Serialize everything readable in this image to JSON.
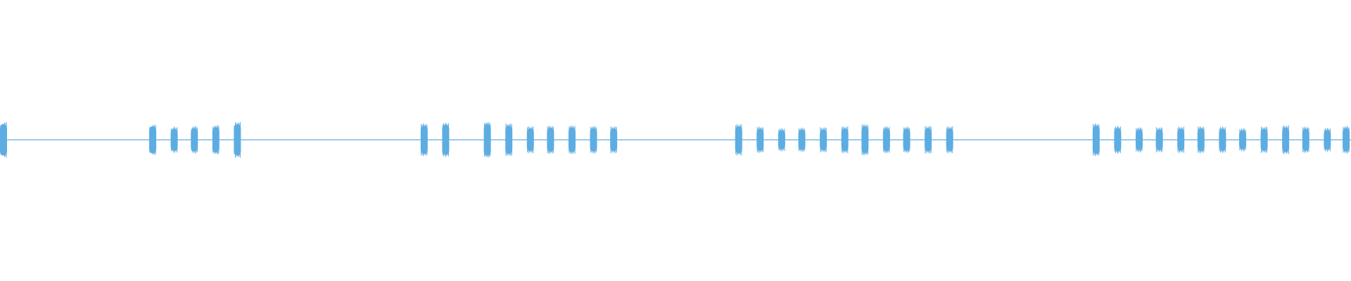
{
  "waveform": {
    "color": "#5dade2",
    "bursts": [
      {
        "time": 0.0,
        "peak": 1.0
      },
      {
        "time": 0.111,
        "peak": 0.86
      },
      {
        "time": 0.127,
        "peak": 0.7
      },
      {
        "time": 0.142,
        "peak": 0.74
      },
      {
        "time": 0.158,
        "peak": 0.8
      },
      {
        "time": 0.174,
        "peak": 1.0
      },
      {
        "time": 0.313,
        "peak": 0.9
      },
      {
        "time": 0.329,
        "peak": 0.95
      },
      {
        "time": 0.36,
        "peak": 1.0
      },
      {
        "time": 0.376,
        "peak": 0.9
      },
      {
        "time": 0.392,
        "peak": 0.72
      },
      {
        "time": 0.407,
        "peak": 0.76
      },
      {
        "time": 0.423,
        "peak": 0.78
      },
      {
        "time": 0.439,
        "peak": 0.74
      },
      {
        "time": 0.454,
        "peak": 0.72
      },
      {
        "time": 0.547,
        "peak": 0.86
      },
      {
        "time": 0.563,
        "peak": 0.7
      },
      {
        "time": 0.579,
        "peak": 0.6
      },
      {
        "time": 0.594,
        "peak": 0.64
      },
      {
        "time": 0.61,
        "peak": 0.66
      },
      {
        "time": 0.626,
        "peak": 0.72
      },
      {
        "time": 0.641,
        "peak": 0.86
      },
      {
        "time": 0.657,
        "peak": 0.72
      },
      {
        "time": 0.672,
        "peak": 0.7
      },
      {
        "time": 0.688,
        "peak": 0.74
      },
      {
        "time": 0.704,
        "peak": 0.72
      },
      {
        "time": 0.813,
        "peak": 0.9
      },
      {
        "time": 0.829,
        "peak": 0.74
      },
      {
        "time": 0.845,
        "peak": 0.66
      },
      {
        "time": 0.86,
        "peak": 0.66
      },
      {
        "time": 0.876,
        "peak": 0.7
      },
      {
        "time": 0.891,
        "peak": 0.72
      },
      {
        "time": 0.907,
        "peak": 0.7
      },
      {
        "time": 0.922,
        "peak": 0.6
      },
      {
        "time": 0.938,
        "peak": 0.7
      },
      {
        "time": 0.954,
        "peak": 0.78
      },
      {
        "time": 0.969,
        "peak": 0.7
      },
      {
        "time": 0.985,
        "peak": 0.62
      },
      {
        "time": 0.999,
        "peak": 0.74
      }
    ]
  }
}
